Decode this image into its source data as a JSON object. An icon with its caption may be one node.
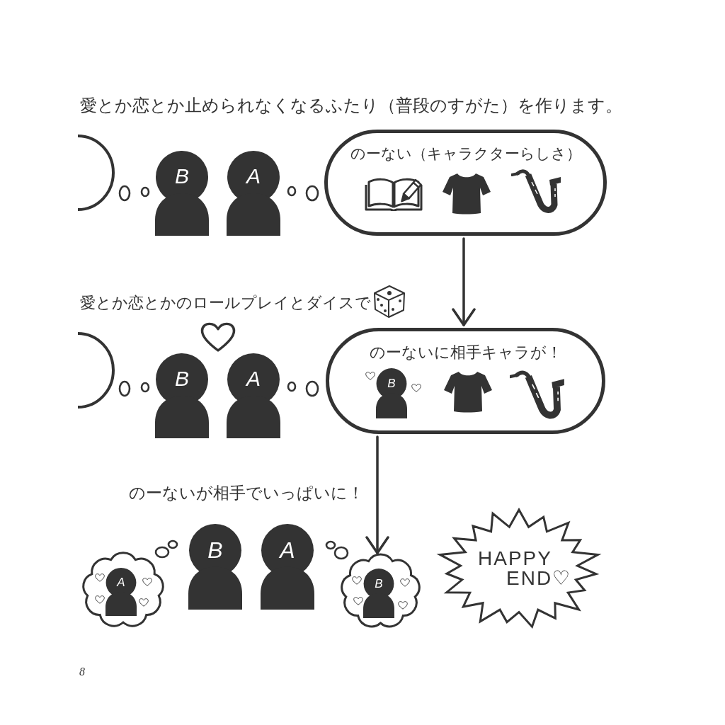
{
  "diagram": {
    "nodes": [
      {
        "text": [],
        "shape": "ellipse"
      },
      {
        "text": [
          "B"
        ]
      },
      {
        "text": [
          "A"
        ]
      },
      {
        "text": [
          "のーない（キャラクターらしさ）"
        ]
      },
      {
        "text": [],
        "shape": "ellipse"
      },
      {
        "text": [
          "B"
        ]
      },
      {
        "text": [
          "A"
        ]
      },
      {
        "text": [
          "のーないに相手キャラが！"
        ]
      },
      {
        "text": [
          "B"
        ],
        "in": 7
      },
      {
        "text": [],
        "shape": "cloud"
      },
      {
        "text": [
          "A"
        ],
        "in": 9
      },
      {
        "text": [
          "B"
        ]
      },
      {
        "text": [
          "A"
        ]
      },
      {
        "text": [],
        "shape": "cloud"
      },
      {
        "text": [
          "B"
        ],
        "in": 13
      },
      {
        "text": [
          "HAPPY END♡"
        ]
      }
    ],
    "edges": [
      {
        "from": 3,
        "to": 7,
        "arrow": "to"
      },
      {
        "from": 7,
        "to": 13,
        "arrow": "to"
      }
    ],
    "labels": [
      "愛とか恋とか止められなくなるふたり（普段のすがた）を作ります。",
      "愛とか恋とかのロールプレイとダイスで",
      "のーないが相手でいっぱいに！",
      "8"
    ]
  }
}
